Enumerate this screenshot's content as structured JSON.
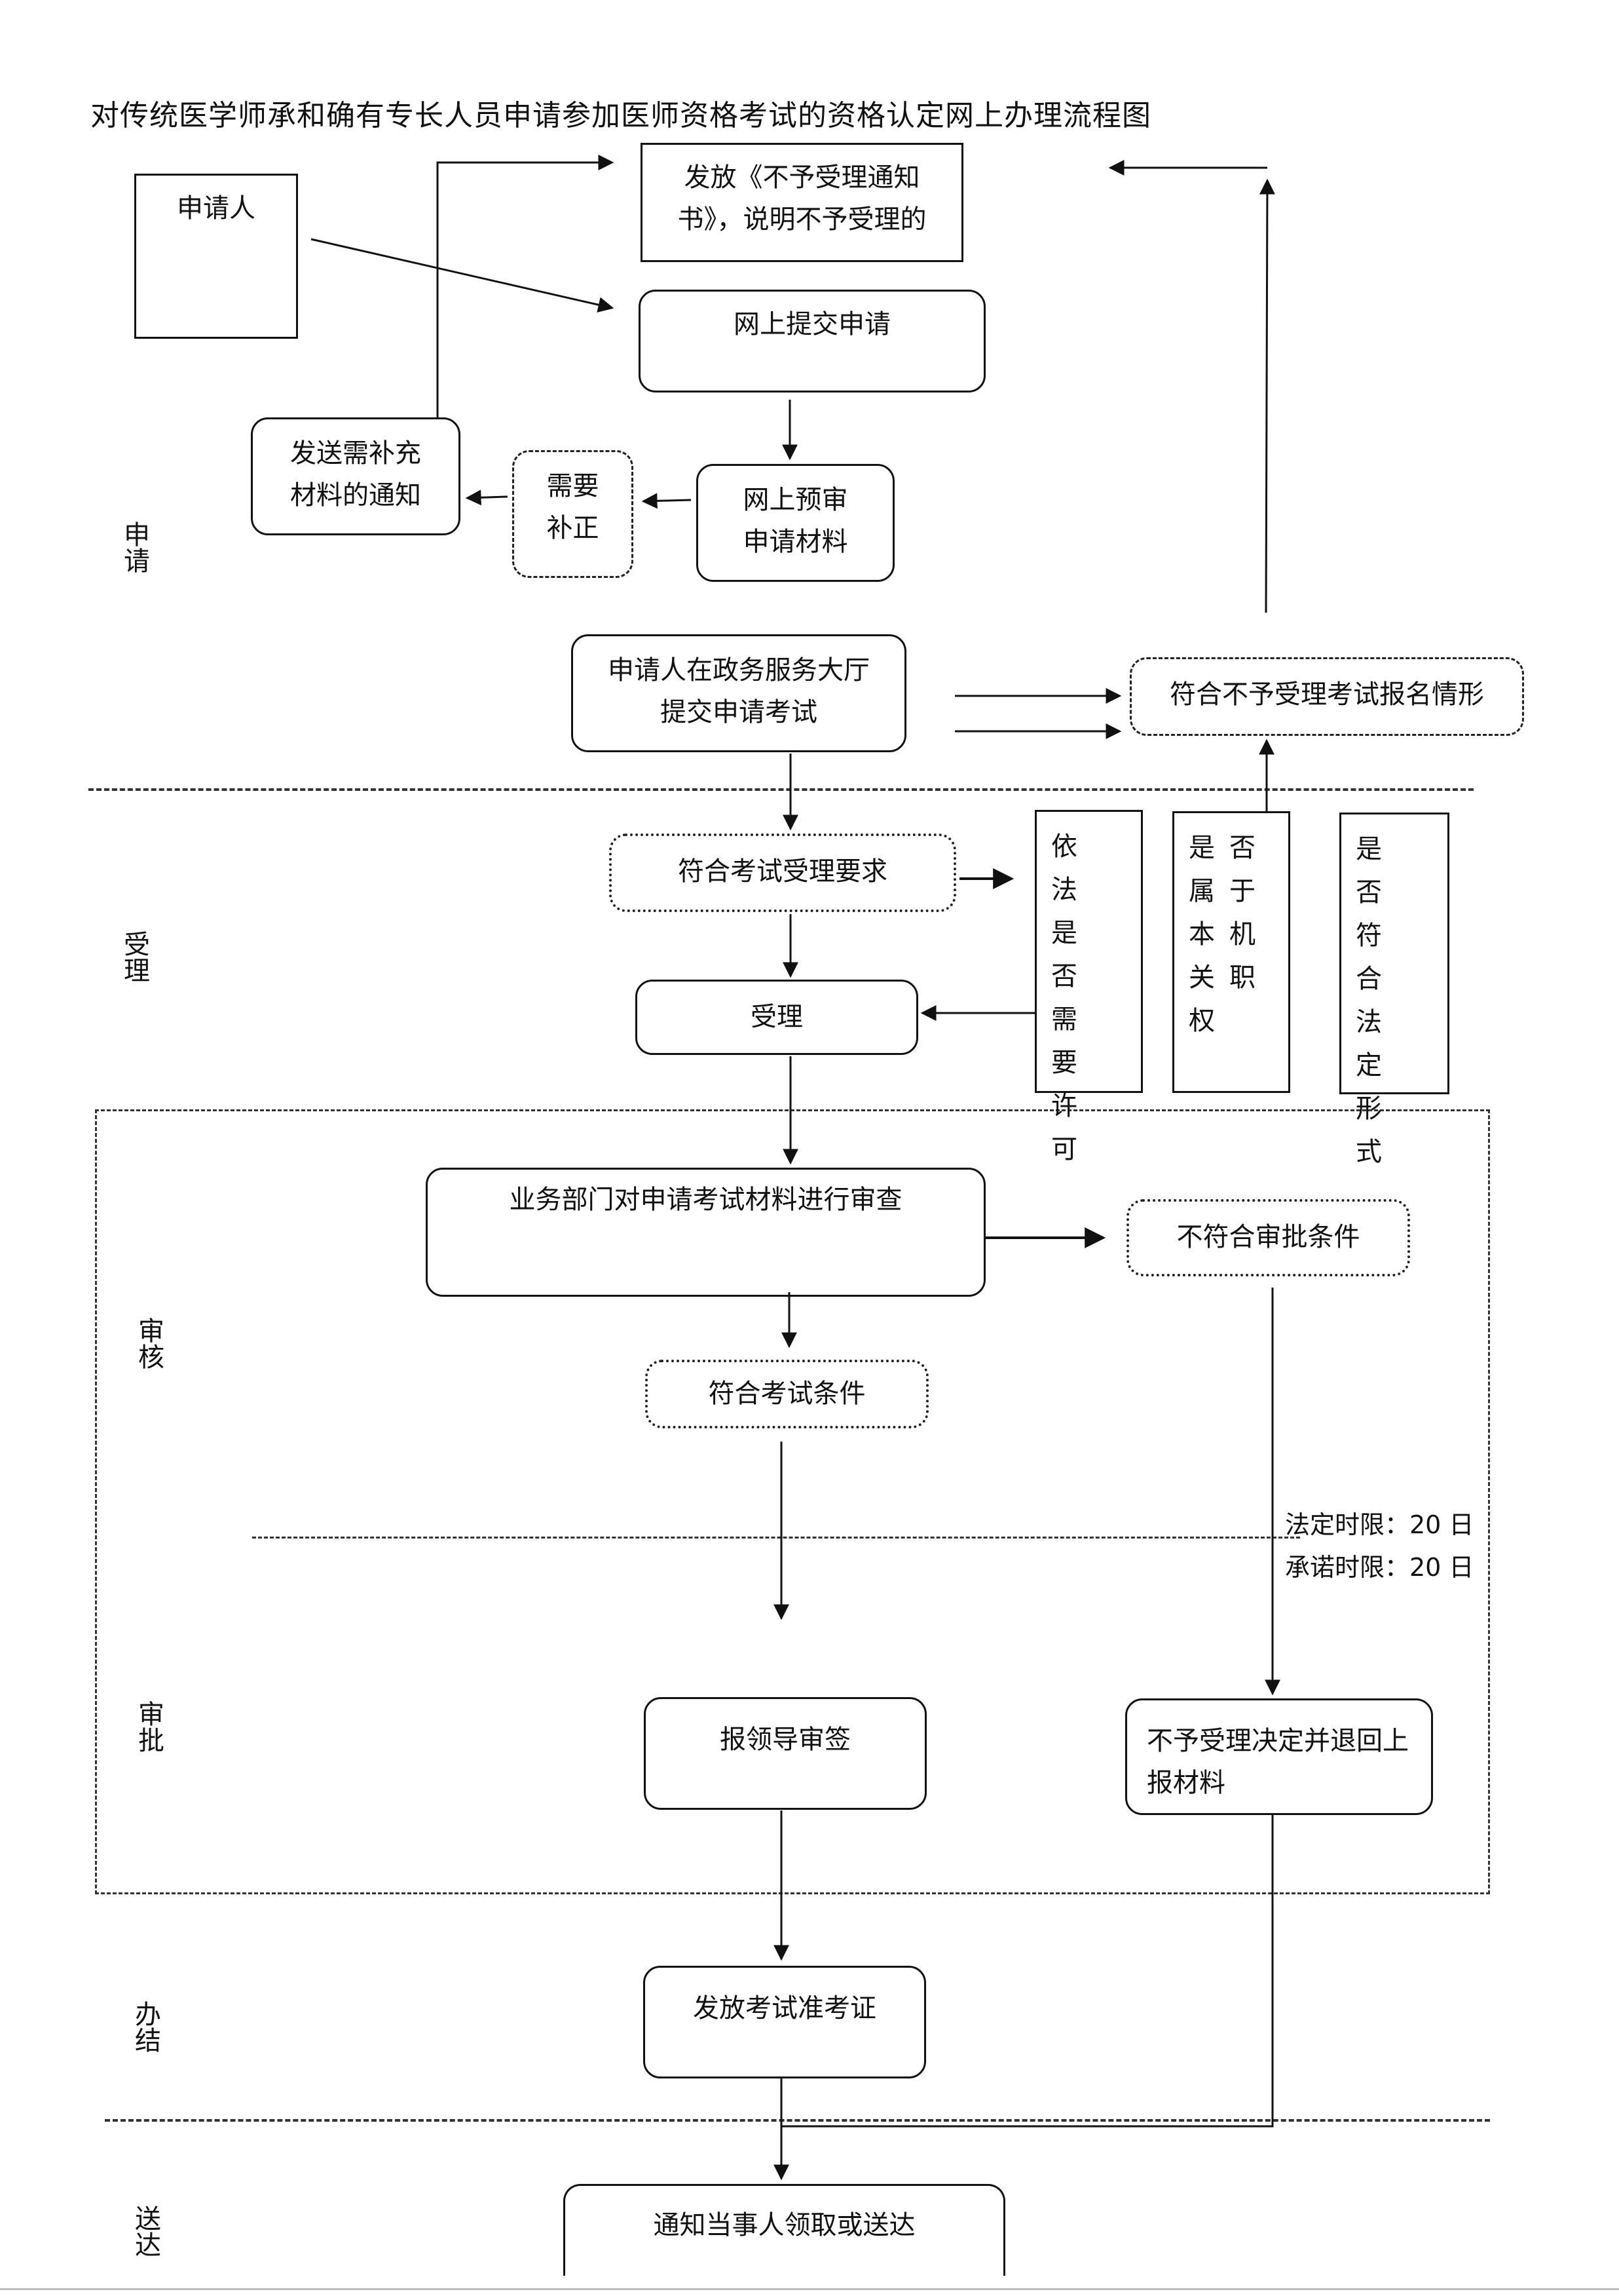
{
  "title": "对传统医学师承和确有专长人员申请参加医师资格考试的资格认定网上办理流程图",
  "lanes": [
    {
      "label": "申请"
    },
    {
      "label": "受理"
    },
    {
      "label": "审核"
    },
    {
      "label": "审批"
    },
    {
      "label": "办结"
    },
    {
      "label": "送达"
    }
  ],
  "nodes": {
    "applicant": "申请人",
    "issue_rejection_notice": "发放《不予受理通知书》，说明不予受理的",
    "online_submit": "网上提交申请",
    "send_supplement_notice": "发送需补充材料的通知",
    "needs_correction": "需要补正",
    "online_pre_review": "网上预审申请材料",
    "hall_submit": "申请人在政务服务大厅提交申请考试",
    "meets_rejection_case": "符合不予受理考试报名情形",
    "meets_acceptance_req": "符合考试受理要求",
    "accept": "受理",
    "check_permit": "依法是否需要许可",
    "check_authority": "是否属于本机关职权",
    "check_form": "是否符合法定形式",
    "dept_review": "业务部门对申请考试材料进行审查",
    "not_meet_approval": "不符合审批条件",
    "meets_exam_cond": "符合考试条件",
    "leader_sign": "报领导审签",
    "reject_return": "不予受理决定并退回上报材料",
    "issue_admission": "发放考试准考证",
    "notify_party": "通知当事人领取或送达"
  },
  "deadlines": {
    "legal": "法定时限：20 日",
    "promised": "承诺时限：20 日"
  }
}
